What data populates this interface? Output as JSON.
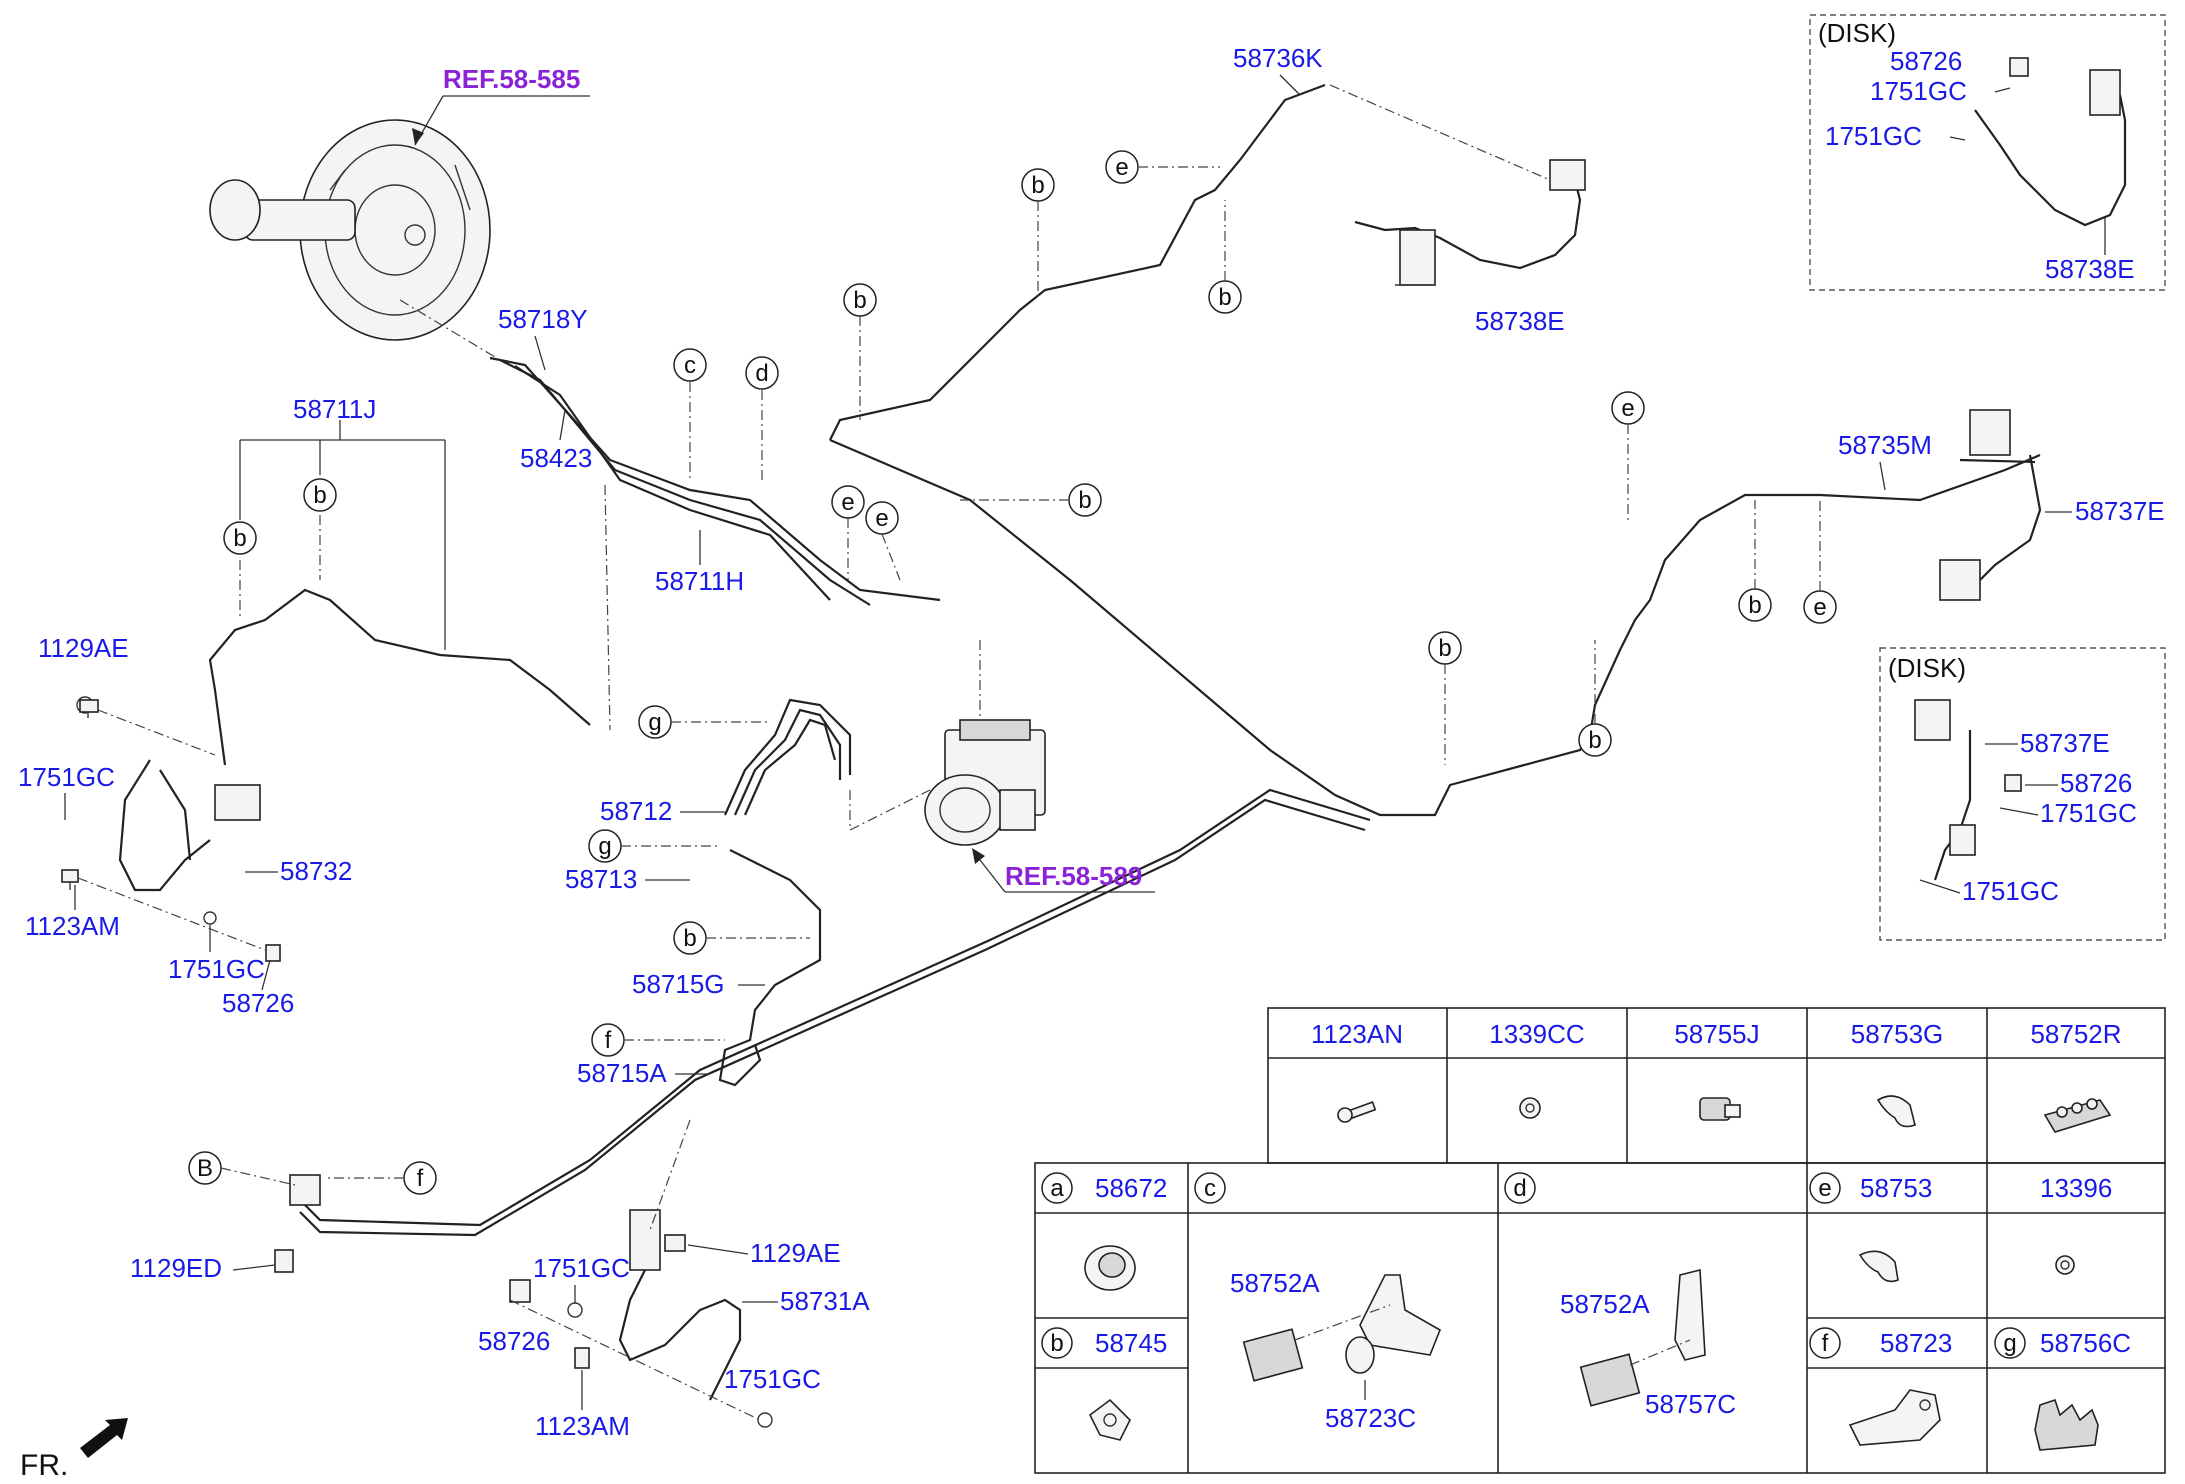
{
  "refs": {
    "booster": "REF.58-585",
    "abs_module": "REF.58-589"
  },
  "part_numbers": {
    "p58736K": "58736K",
    "p58718Y": "58718Y",
    "p58423": "58423",
    "p58711J": "58711J",
    "p58711H": "58711H",
    "p58738E_main": "58738E",
    "p58735M": "58735M",
    "p58737E_main": "58737E",
    "p1129AE_left": "1129AE",
    "p1751GC_left_a": "1751GC",
    "p58732": "58732",
    "p1123AM_left": "1123AM",
    "p1751GC_left_b": "1751GC",
    "p58726_left": "58726",
    "p58712": "58712",
    "p58713": "58713",
    "p58715G": "58715G",
    "p58715A": "58715A",
    "p1129ED": "1129ED",
    "p1751GC_bottom_a": "1751GC",
    "p1129AE_bottom": "1129AE",
    "p58731A": "58731A",
    "p58726_bottom": "58726",
    "p1751GC_bottom_b": "1751GC",
    "p1123AM_bottom": "1123AM"
  },
  "disk_box_top": {
    "title": "(DISK)",
    "p58726": "58726",
    "p1751GC_a": "1751GC",
    "p1751GC_b": "1751GC",
    "p58738E": "58738E"
  },
  "disk_box_right": {
    "title": "(DISK)",
    "p58737E": "58737E",
    "p58726": "58726",
    "p1751GC_a": "1751GC",
    "p1751GC_b": "1751GC"
  },
  "callout_letters": {
    "b": "b",
    "c": "c",
    "d": "d",
    "e": "e",
    "f": "f",
    "g": "g",
    "B": "B"
  },
  "table_top": [
    "1123AN",
    "1339CC",
    "58755J",
    "58753G",
    "58752R"
  ],
  "table_bottom": {
    "a": {
      "letter": "a",
      "part": "58672"
    },
    "b": {
      "letter": "b",
      "part": "58745"
    },
    "c": {
      "letter": "c",
      "p1": "58752A",
      "p2": "58723C"
    },
    "d": {
      "letter": "d",
      "p1": "58752A",
      "p2": "58757C"
    },
    "e": {
      "letter": "e",
      "part": "58753",
      "extra": "13396"
    },
    "f": {
      "letter": "f",
      "part": "58723"
    },
    "g": {
      "letter": "g",
      "part": "58756C"
    }
  },
  "front_marker": "FR."
}
